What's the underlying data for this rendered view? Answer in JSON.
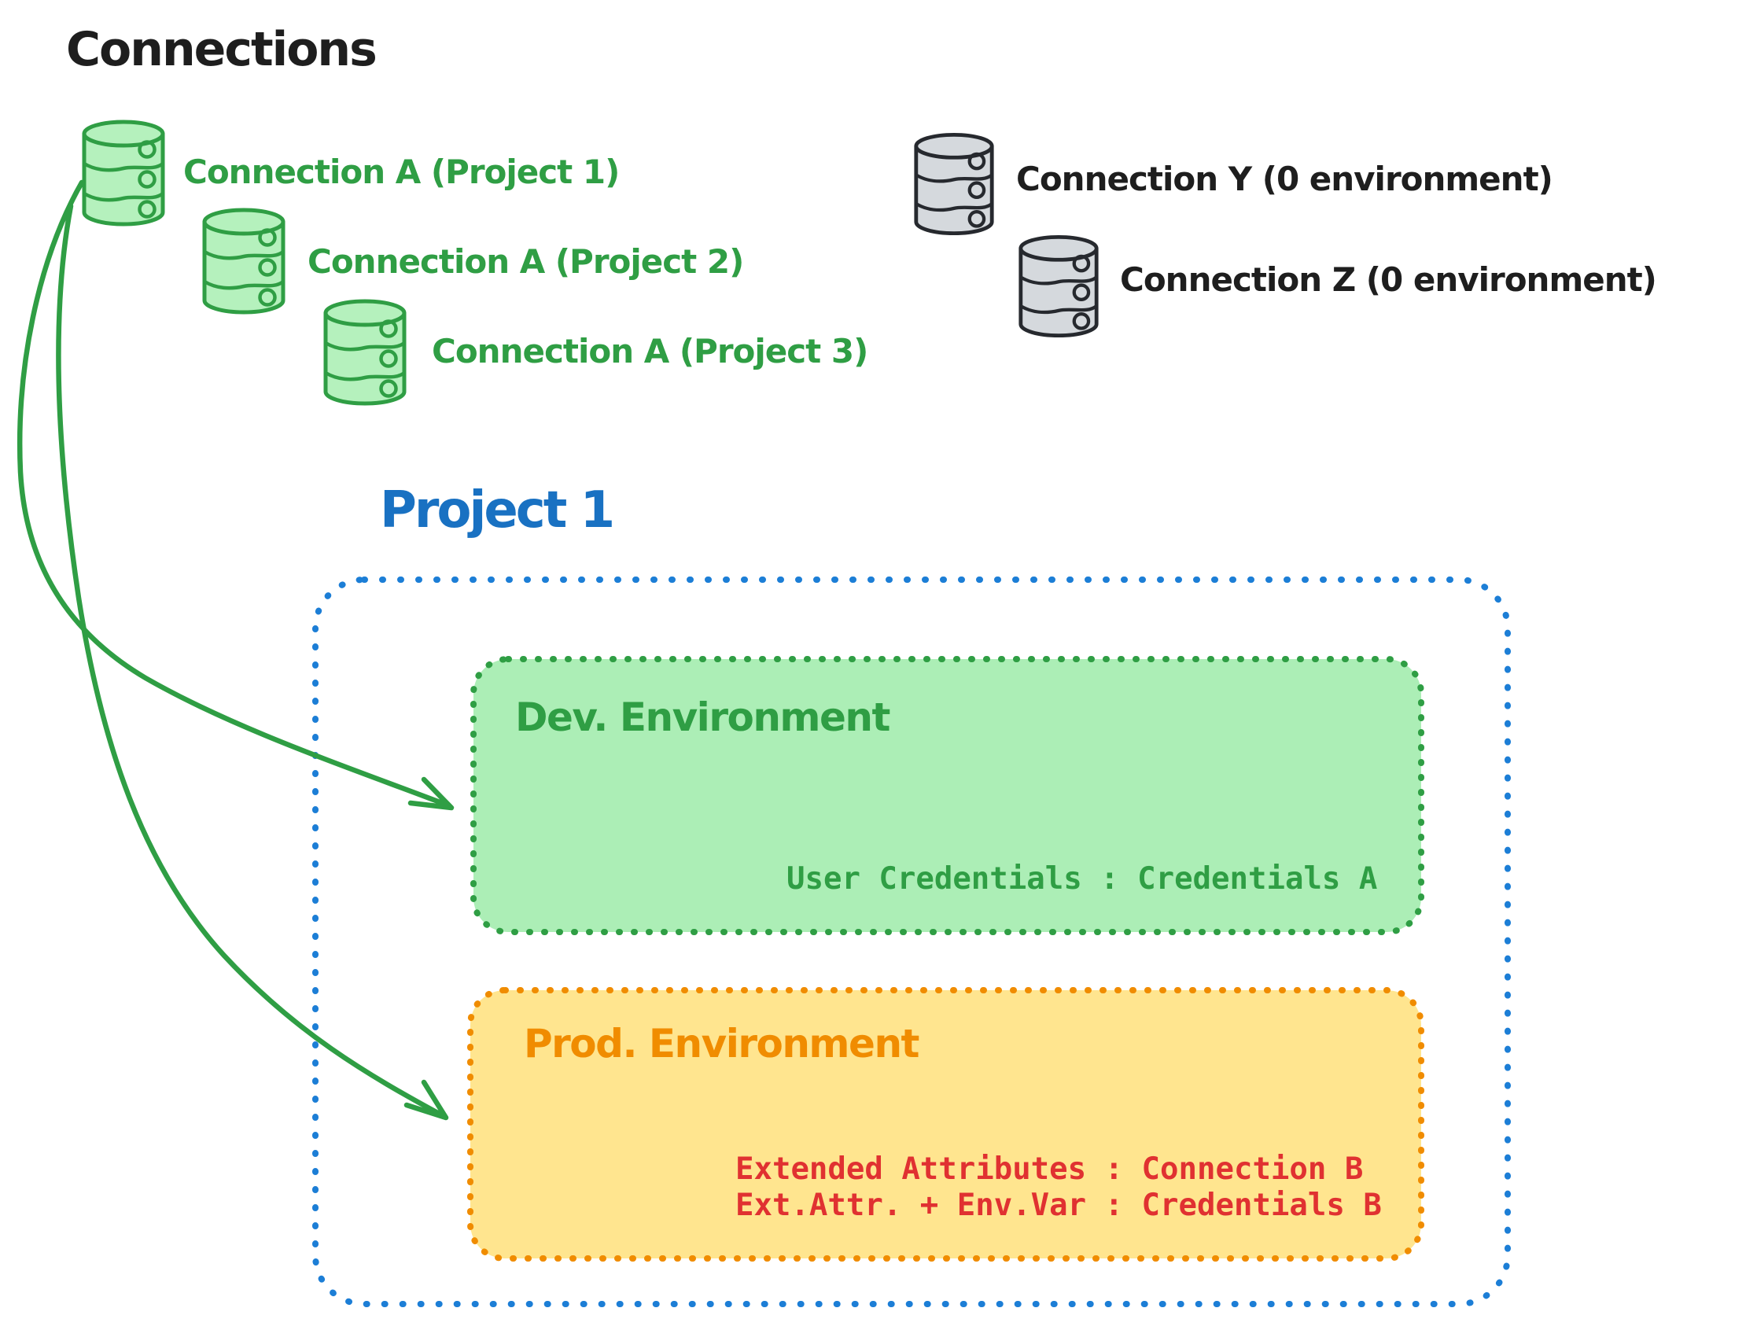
{
  "title": "Connections",
  "colors": {
    "ink": "#1e1e1e",
    "green_stroke": "#2f9e44",
    "green_fill": "#b5f1bd",
    "dev_box_fill": "#aceeb6",
    "blue_border": "#1c7ed6",
    "blue_text": "#1971c2",
    "orange_stroke": "#f08c00",
    "orange_fill": "#ffe58f",
    "red_text": "#e03131",
    "gray_fill": "#d5d9dd"
  },
  "connections": {
    "assigned": [
      {
        "icon": "database-icon",
        "label": "Connection A (Project 1)"
      },
      {
        "icon": "database-icon",
        "label": "Connection A (Project 2)"
      },
      {
        "icon": "database-icon",
        "label": "Connection A (Project 3)"
      }
    ],
    "unassigned": [
      {
        "icon": "database-icon",
        "label": "Connection Y (0 environment)"
      },
      {
        "icon": "database-icon",
        "label": "Connection Z (0 environment)"
      }
    ]
  },
  "project": {
    "title": "Project 1",
    "environments": [
      {
        "name": "Dev. Environment",
        "lines": [
          "User Credentials : Credentials A"
        ]
      },
      {
        "name": "Prod. Environment",
        "lines": [
          "Extended Attributes : Connection B",
          "Ext.Attr. + Env.Var : Credentials B"
        ]
      }
    ]
  }
}
